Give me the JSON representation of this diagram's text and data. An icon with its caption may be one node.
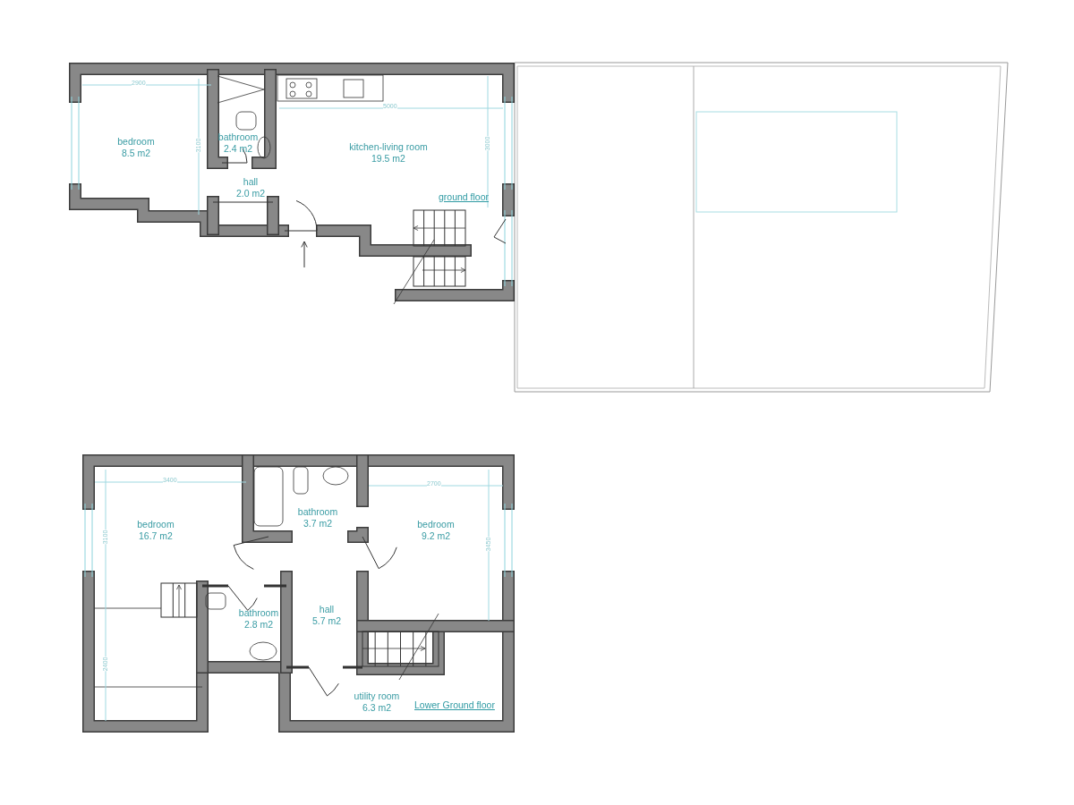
{
  "diagram": {
    "nodes": [
      {
        "text": [
          "bedroom",
          "8.5 m2"
        ]
      },
      {
        "text": [
          "bathroom",
          "2.4 m2"
        ]
      },
      {
        "text": [
          "kitchen-living room",
          "19.5 m2"
        ]
      },
      {
        "text": [
          "hall",
          "2.0 m2"
        ]
      },
      {
        "text": [
          "bedroom",
          "16.7 m2"
        ]
      },
      {
        "text": [
          "bathroom",
          "3.7 m2"
        ]
      },
      {
        "text": [
          "bedroom",
          "9.2 m2"
        ]
      },
      {
        "text": [
          "bathroom",
          "2.8 m2"
        ]
      },
      {
        "text": [
          "hall",
          "5.7 m2"
        ]
      },
      {
        "text": [
          "utility room",
          "6.3 m2"
        ]
      }
    ],
    "edges": [],
    "labels": [
      "2900",
      "3100",
      "5000",
      "3000",
      "ground floor",
      "3400",
      "2700",
      "3100",
      "3450",
      "2400",
      "Lower Ground floor"
    ]
  }
}
